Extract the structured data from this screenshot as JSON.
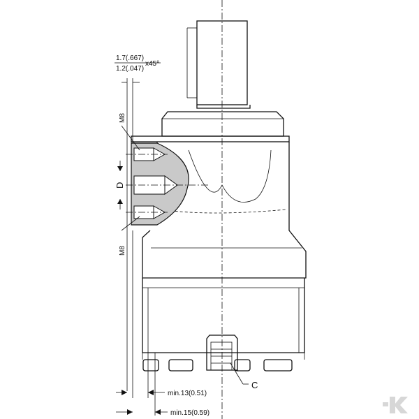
{
  "annotations": {
    "chamfer_top": "1.7(.667)",
    "chamfer_bottom": "1.2(.047)",
    "chamfer_angle": "x45°",
    "thread_top": "M8",
    "thread_bottom": "M8",
    "dimension_d": "D",
    "callout_c": "C",
    "min_13": "min.13(0.51)",
    "min_15": "min.15(0.59)"
  },
  "watermark": {
    "logo_icon": "k-brand-icon"
  }
}
